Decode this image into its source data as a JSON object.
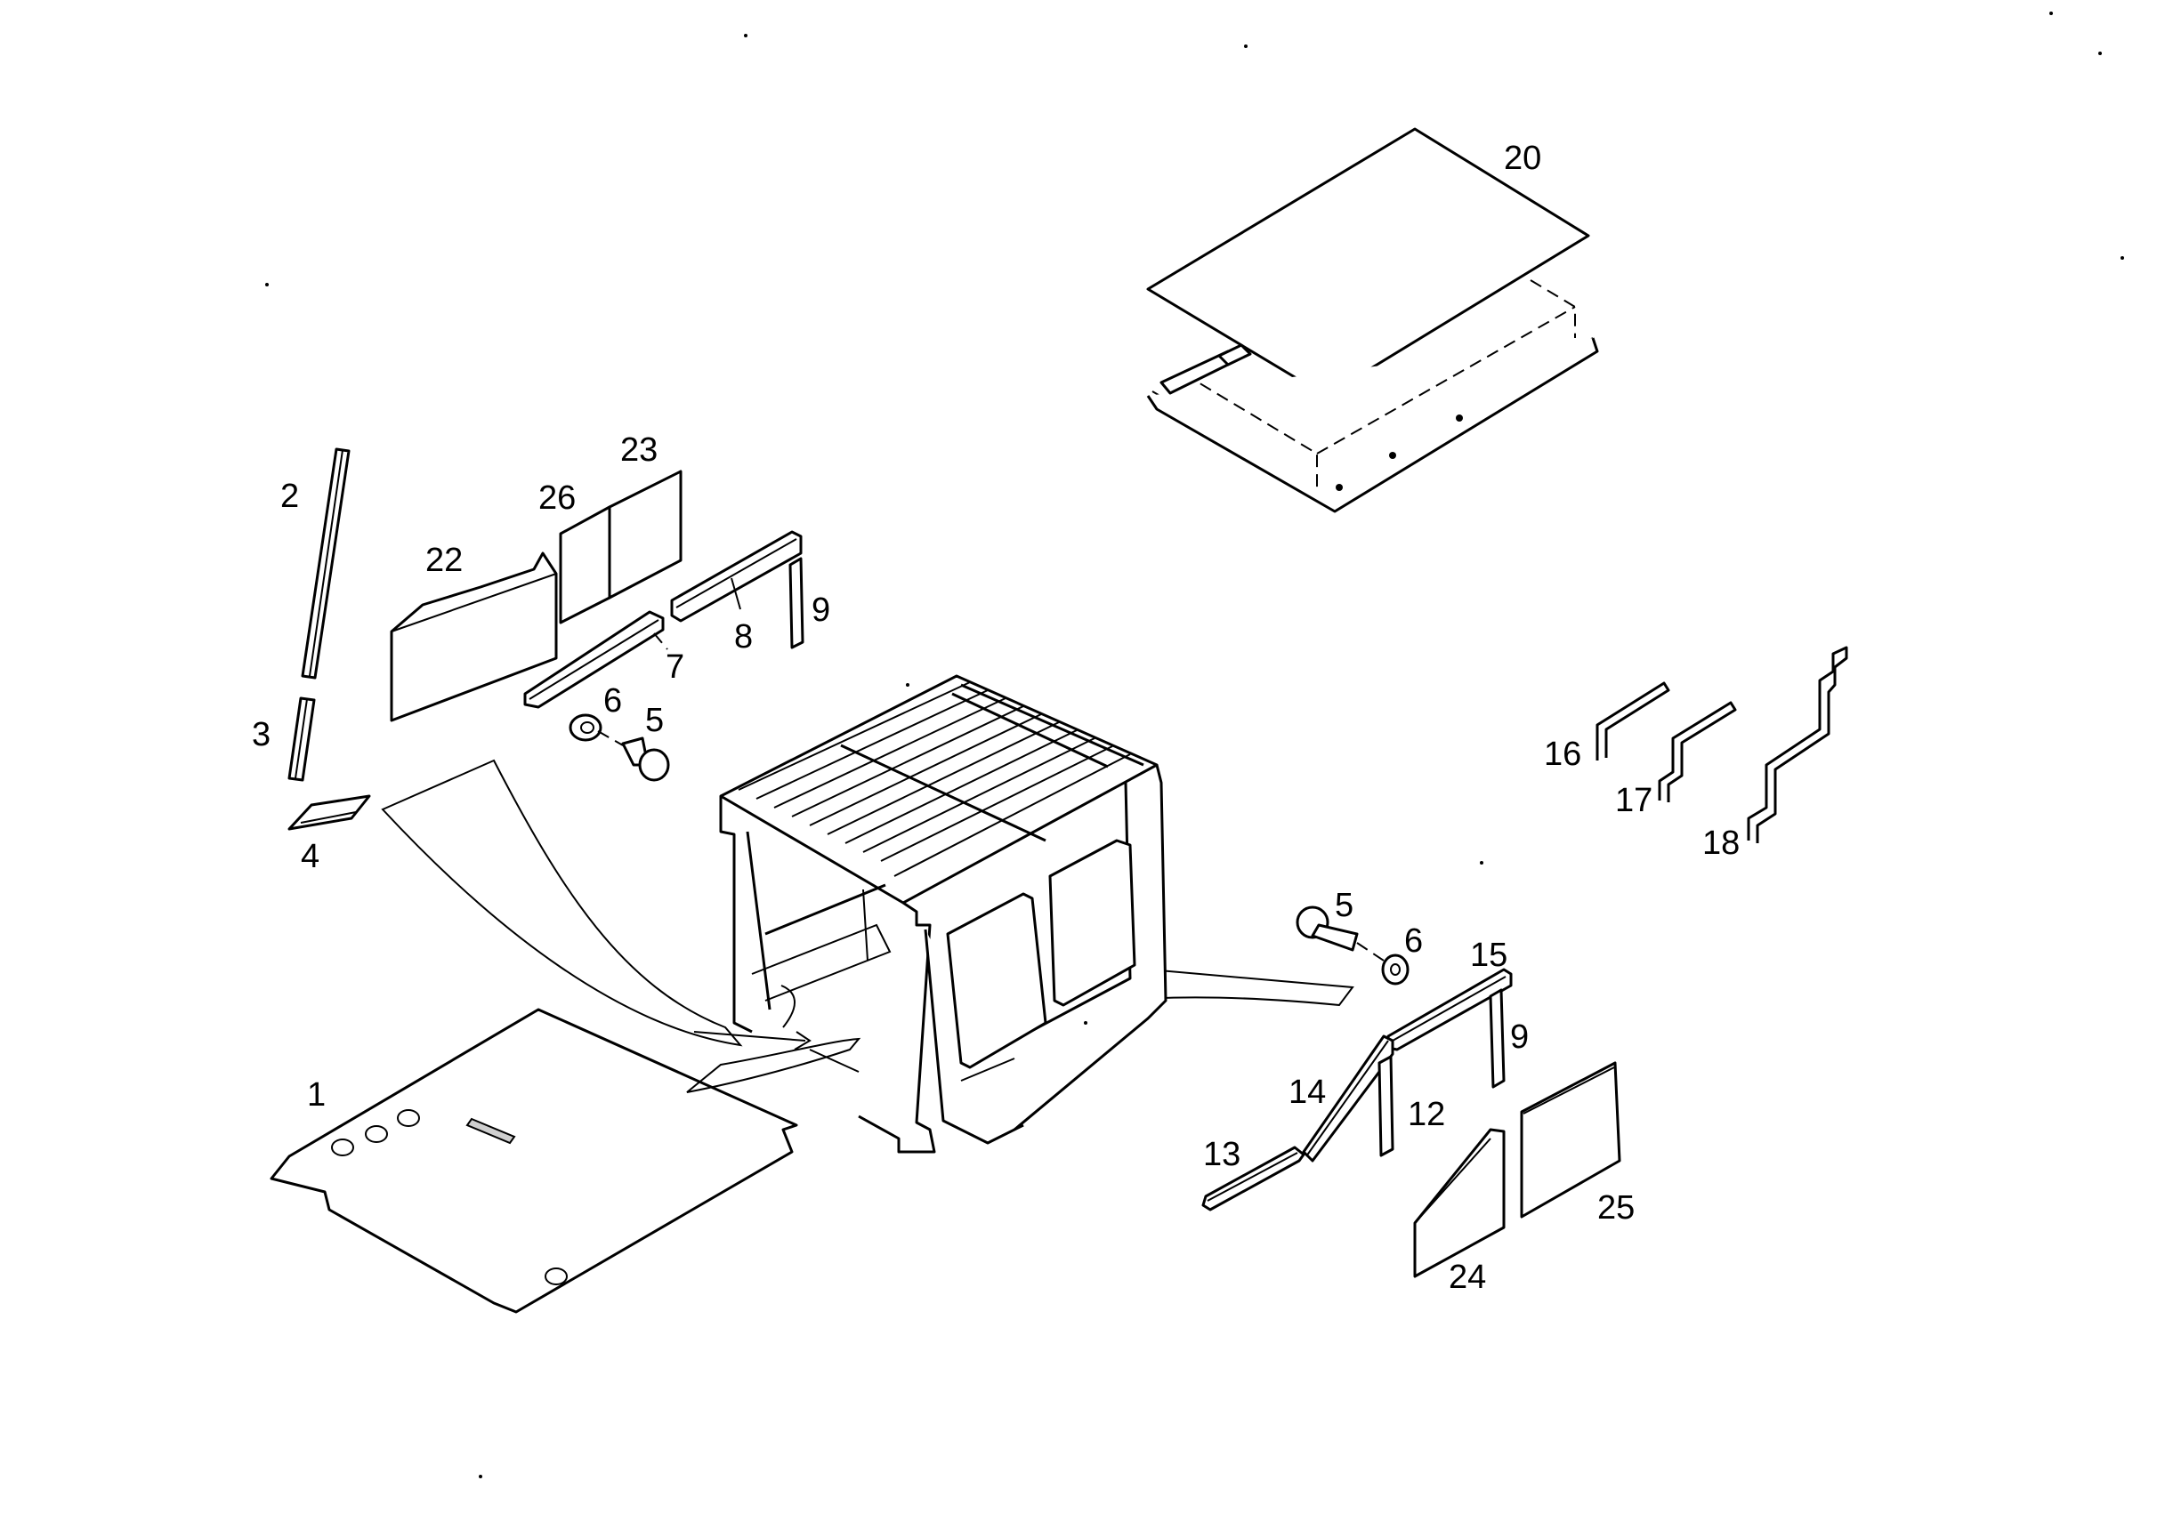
{
  "callouts": {
    "c1": "1",
    "c2": "2",
    "c3": "3",
    "c4": "4",
    "c5a": "5",
    "c6a": "6",
    "c7": "7",
    "c8": "8",
    "c9a": "9",
    "c20": "20",
    "c22": "22",
    "c23": "23",
    "c26": "26",
    "c5b": "5",
    "c6b": "6",
    "c15": "15",
    "c9b": "9",
    "c14": "14",
    "c12": "12",
    "c13": "13",
    "c16": "16",
    "c17": "17",
    "c18": "18",
    "c24": "24",
    "c25": "25"
  }
}
